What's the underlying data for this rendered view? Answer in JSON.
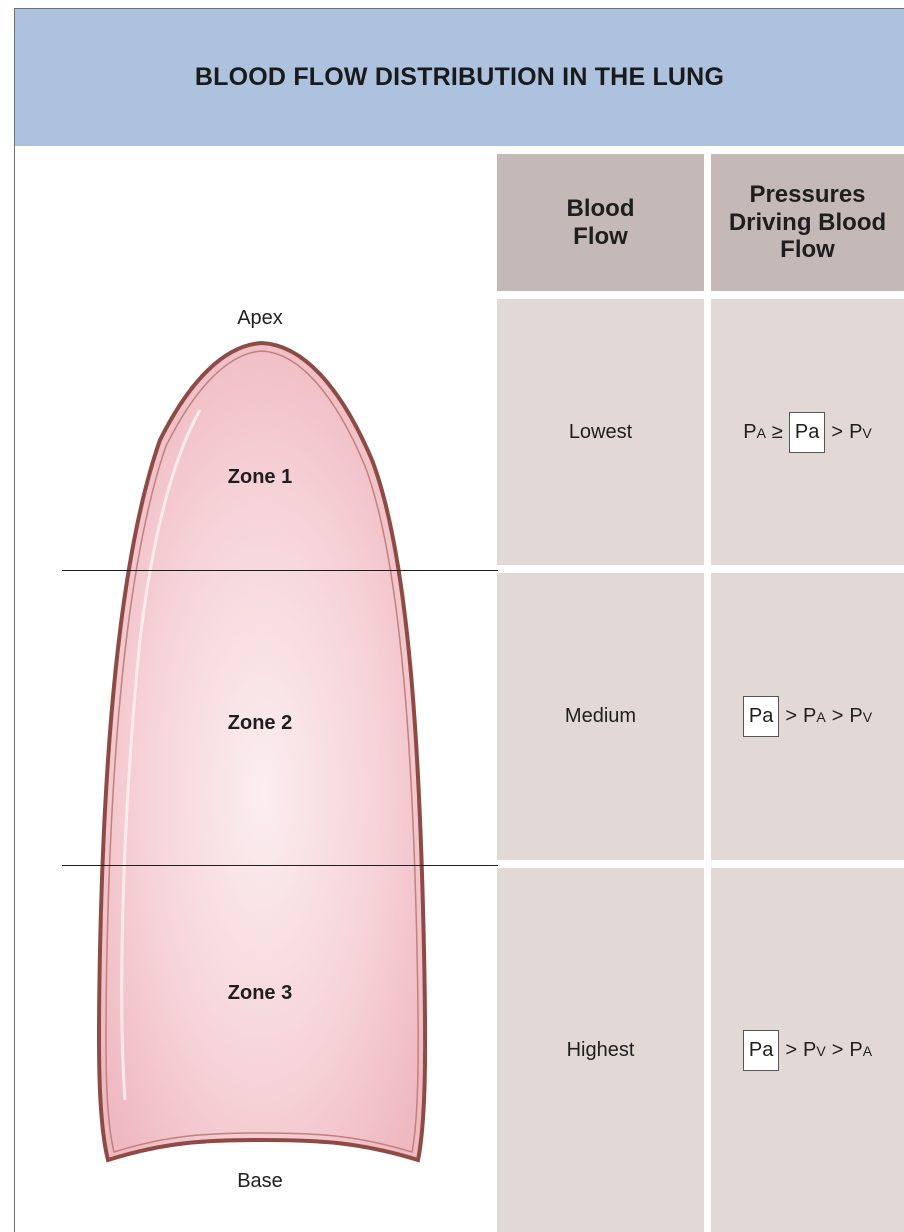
{
  "title": "BLOOD FLOW DISTRIBUTION IN THE LUNG",
  "columns": {
    "blood_flow": [
      "Blood",
      "Flow"
    ],
    "pressures": [
      "Pressures",
      "Driving Blood",
      "Flow"
    ]
  },
  "lung": {
    "apex_label": "Apex",
    "base_label": "Base",
    "zones": [
      "Zone 1",
      "Zone 2",
      "Zone 3"
    ]
  },
  "rows": [
    {
      "blood_flow": "Lowest",
      "terms": [
        {
          "text": "PA",
          "base": "P",
          "sub": "A",
          "boxed": false
        },
        {
          "text": "≥",
          "op": true
        },
        {
          "text": "Pa",
          "base": "Pa",
          "sub": "",
          "boxed": true
        },
        {
          "text": ">",
          "op": true
        },
        {
          "text": "PV",
          "base": "P",
          "sub": "V",
          "boxed": false
        }
      ]
    },
    {
      "blood_flow": "Medium",
      "terms": [
        {
          "text": "Pa",
          "base": "Pa",
          "sub": "",
          "boxed": true
        },
        {
          "text": ">",
          "op": true
        },
        {
          "text": "PA",
          "base": "P",
          "sub": "A",
          "boxed": false
        },
        {
          "text": ">",
          "op": true
        },
        {
          "text": "PV",
          "base": "P",
          "sub": "V",
          "boxed": false
        }
      ]
    },
    {
      "blood_flow": "Highest",
      "terms": [
        {
          "text": "Pa",
          "base": "Pa",
          "sub": "",
          "boxed": true
        },
        {
          "text": ">",
          "op": true
        },
        {
          "text": "PV",
          "base": "P",
          "sub": "V",
          "boxed": false
        },
        {
          "text": ">",
          "op": true
        },
        {
          "text": "PA",
          "base": "P",
          "sub": "A",
          "boxed": false
        }
      ]
    }
  ],
  "colors": {
    "header": "#adc2df",
    "column_header": "#c4b9b6",
    "cell": "#e2d9d6",
    "lung_fill": "#f4c6cc",
    "lung_outline": "#8e4b45"
  }
}
